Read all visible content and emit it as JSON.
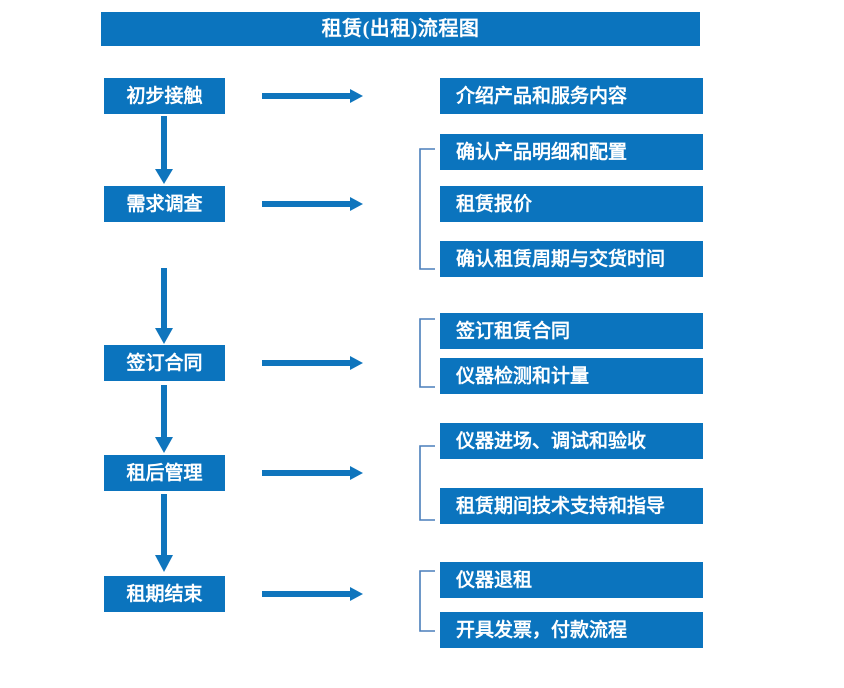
{
  "title": {
    "text": "租赁(出租)流程图"
  },
  "colors": {
    "box_fill": "#0B74BE",
    "box_text": "#FFFFFF",
    "arrow": "#0F75BD",
    "bracket": "#4A7EBB",
    "background": "#FFFFFF"
  },
  "stages": [
    {
      "id": "initial-contact",
      "label": "初步接触",
      "details": [
        "介绍产品和服务内容"
      ],
      "bracketed": false
    },
    {
      "id": "requirement-survey",
      "label": "需求调查",
      "details": [
        "确认产品明细和配置",
        "租赁报价",
        "确认租赁周期与交货时间"
      ],
      "bracketed": true
    },
    {
      "id": "sign-contract",
      "label": "签订合同",
      "details": [
        "签订租赁合同",
        "仪器检测和计量"
      ],
      "bracketed": true
    },
    {
      "id": "post-rental-management",
      "label": "租后管理",
      "details": [
        "仪器进场、调试和验收",
        "租赁期间技术支持和指导"
      ],
      "bracketed": true
    },
    {
      "id": "rental-end",
      "label": "租期结束",
      "details": [
        "仪器退租",
        "开具发票，付款流程"
      ],
      "bracketed": true
    }
  ],
  "stage_labels": {
    "s0": "初步接触",
    "s1": "需求调查",
    "s2": "签订合同",
    "s3": "租后管理",
    "s4": "租期结束"
  },
  "detail_labels": {
    "d0": "介绍产品和服务内容",
    "d1": "确认产品明细和配置",
    "d2": "租赁报价",
    "d3": "确认租赁周期与交货时间",
    "d4": "签订租赁合同",
    "d5": "仪器检测和计量",
    "d6": "仪器进场、调试和验收",
    "d7": "租赁期间技术支持和指导",
    "d8": "仪器退租",
    "d9": "开具发票，付款流程"
  },
  "connectors": {
    "horizontal_arrow_icon": "arrow-right-icon",
    "vertical_arrow_icon": "arrow-down-icon",
    "group_bracket_icon": "group-bracket-icon"
  }
}
